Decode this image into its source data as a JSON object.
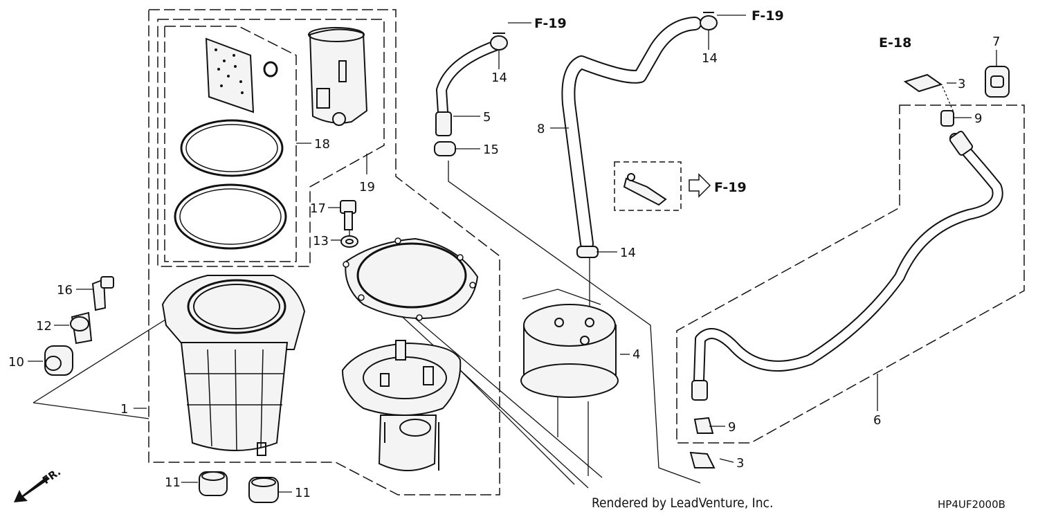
{
  "diagram": {
    "callouts": {
      "p1": "1",
      "p3a": "3",
      "p3b": "3",
      "p4": "4",
      "p5": "5",
      "p6": "6",
      "p7": "7",
      "p8": "8",
      "p9a": "9",
      "p9b": "9",
      "p10": "10",
      "p11a": "11",
      "p11b": "11",
      "p12": "12",
      "p13": "13",
      "p14a": "14",
      "p14b": "14",
      "p14c": "14",
      "p15": "15",
      "p16": "16",
      "p17": "17",
      "p18": "18",
      "p19": "19"
    },
    "references": {
      "f19_top_left": "F-19",
      "f19_top_right": "F-19",
      "f19_inset": "F-19",
      "e18": "E-18"
    },
    "direction_label": "FR.",
    "credit": "Rendered by LeadVenture, Inc.",
    "diagram_code": "HP4UF2000B"
  }
}
